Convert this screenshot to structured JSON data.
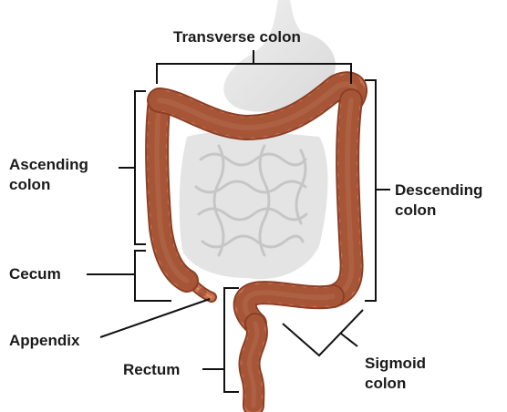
{
  "labels": {
    "transverse": "Transverse colon",
    "ascending": [
      "Ascending",
      "colon"
    ],
    "descending": [
      "Descending",
      "colon"
    ],
    "cecum": "Cecum",
    "appendix": "Appendix",
    "rectum": "Rectum",
    "sigmoid": [
      "Sigmoid",
      "colon"
    ]
  },
  "colors": {
    "colon_fill": "#c9704f",
    "colon_edge": "#8a3f25",
    "colon_highlight": "#e8a383",
    "organ_ghost": "#e6e6e6",
    "line": "#111111"
  }
}
